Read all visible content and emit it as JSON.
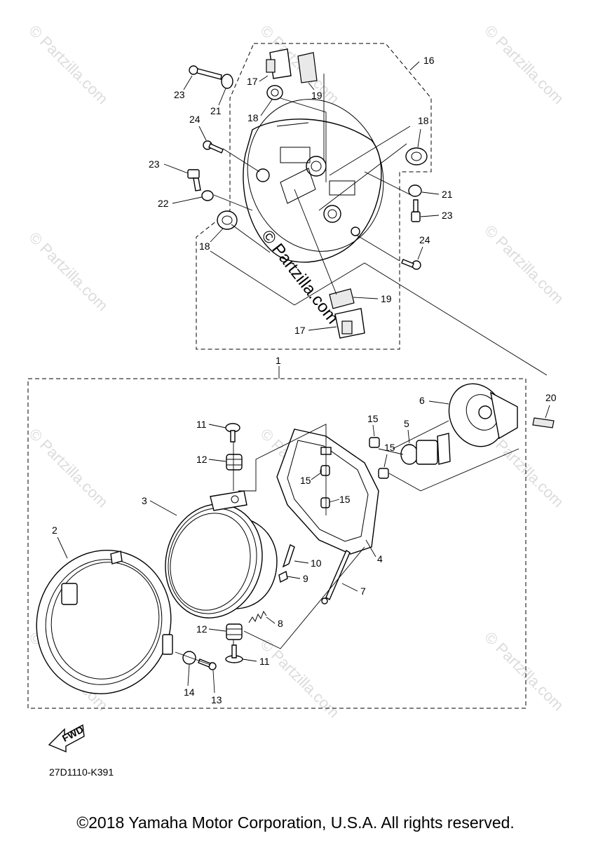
{
  "watermark": "© Partzilla.com",
  "fwd_label": "FWD",
  "diagram_code": "27D1110-K391",
  "copyright": "©2018 Yamaha Motor Corporation, U.S.A. All rights reserved.",
  "callouts": {
    "c1": "1",
    "c2": "2",
    "c3": "3",
    "c4": "4",
    "c5": "5",
    "c6": "6",
    "c7": "7",
    "c8": "8",
    "c9": "9",
    "c10": "10",
    "c11a": "11",
    "c11b": "11",
    "c12a": "12",
    "c12b": "12",
    "c13": "13",
    "c14": "14",
    "c15a": "15",
    "c15b": "15",
    "c15c": "15",
    "c15d": "15",
    "c16": "16",
    "c17a": "17",
    "c17b": "17",
    "c18a": "18",
    "c18b": "18",
    "c18c": "18",
    "c19a": "19",
    "c19b": "19",
    "c20": "20",
    "c21a": "21",
    "c21b": "21",
    "c22": "22",
    "c23a": "23",
    "c23b": "23",
    "c23c": "23",
    "c24a": "24",
    "c24b": "24"
  }
}
